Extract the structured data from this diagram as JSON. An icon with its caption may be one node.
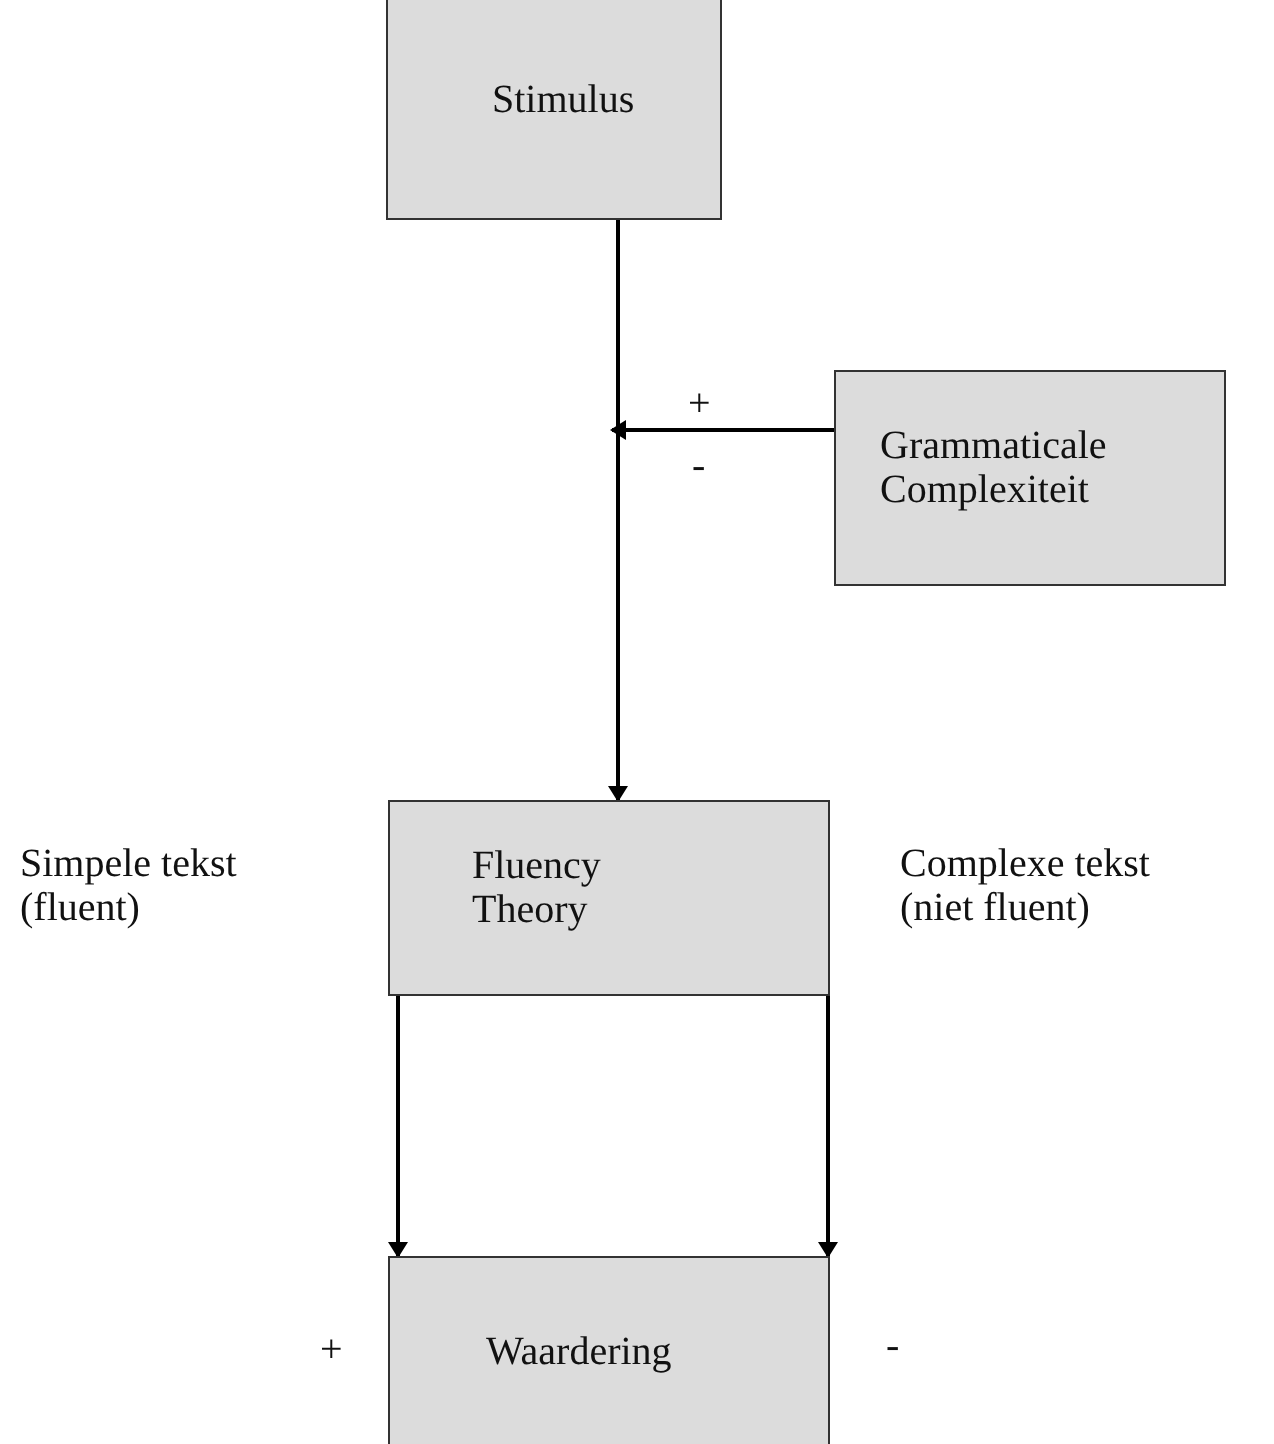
{
  "diagram": {
    "nodes": [
      {
        "text": [
          "Stimulus"
        ]
      },
      {
        "text": [
          "Grammaticale Complexiteit"
        ]
      },
      {
        "text": [
          "Fluency Theory"
        ],
        "beside": [
          "Simpele tekst (fluent)",
          "Complexe tekst (niet fluent)"
        ]
      },
      {
        "text": [
          "Waardering"
        ],
        "beside": [
          "+",
          "-"
        ]
      }
    ],
    "edges": [
      {
        "from": 0,
        "to": 2,
        "arrow": "to"
      },
      {
        "from": 1,
        "to": null,
        "arrow": "to"
      },
      {
        "from": 2,
        "to": 3,
        "arrow": "to"
      },
      {
        "from": 2,
        "to": 3,
        "arrow": "to"
      }
    ],
    "labels": [
      "+",
      "-"
    ]
  }
}
